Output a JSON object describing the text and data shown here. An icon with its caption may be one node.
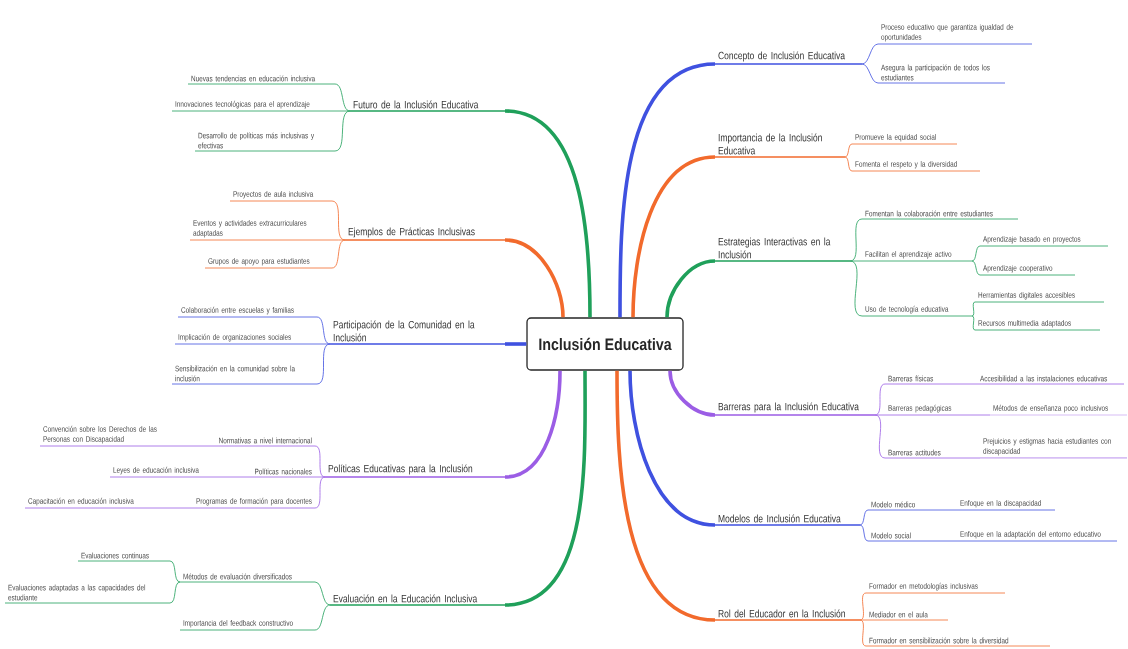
{
  "diagram": {
    "nodes": [
      {
        "text": [
          "Inclusión Educativa"
        ]
      },
      {
        "text": [
          "Concepto de Inclusión Educativa"
        ]
      },
      {
        "text": [
          "Proceso educativo que garantiza igualdad de oportunidades"
        ]
      },
      {
        "text": [
          "Asegura la participación de todos los estudiantes"
        ]
      },
      {
        "text": [
          "Importancia de la Inclusión Educativa"
        ]
      },
      {
        "text": [
          "Promueve la equidad social"
        ]
      },
      {
        "text": [
          "Fomenta el respeto y la diversidad"
        ]
      },
      {
        "text": [
          "Estrategias Interactivas en la Inclusión"
        ]
      },
      {
        "text": [
          "Fomentan la colaboración entre estudiantes"
        ]
      },
      {
        "text": [
          "Facilitan el aprendizaje activo"
        ]
      },
      {
        "text": [
          "Aprendizaje basado en proyectos"
        ]
      },
      {
        "text": [
          "Aprendizaje cooperativo"
        ]
      },
      {
        "text": [
          "Uso de tecnología educativa"
        ]
      },
      {
        "text": [
          "Herramientas digitales accesibles"
        ]
      },
      {
        "text": [
          "Recursos multimedia adaptados"
        ]
      },
      {
        "text": [
          "Barreras para la Inclusión Educativa"
        ]
      },
      {
        "text": [
          "Barreras físicas"
        ]
      },
      {
        "text": [
          "Accesibilidad a las instalaciones educativas"
        ]
      },
      {
        "text": [
          "Barreras pedagógicas"
        ]
      },
      {
        "text": [
          "Métodos de enseñanza poco inclusivos"
        ]
      },
      {
        "text": [
          "Barreras actitudes"
        ]
      },
      {
        "text": [
          "Prejuicios y estigmas hacia estudiantes con discapacidad"
        ]
      },
      {
        "text": [
          "Modelos de Inclusión Educativa"
        ]
      },
      {
        "text": [
          "Modelo médico"
        ]
      },
      {
        "text": [
          "Enfoque en la discapacidad"
        ]
      },
      {
        "text": [
          "Modelo social"
        ]
      },
      {
        "text": [
          "Enfoque en la adaptación del entorno educativo"
        ]
      },
      {
        "text": [
          "Rol del Educador en la Inclusión"
        ]
      },
      {
        "text": [
          "Formador en metodologías inclusivas"
        ]
      },
      {
        "text": [
          "Mediador en el aula"
        ]
      },
      {
        "text": [
          "Formador en sensibilización sobre la diversidad"
        ]
      },
      {
        "text": [
          "Futuro de la Inclusión Educativa"
        ]
      },
      {
        "text": [
          "Nuevas tendencias en educación inclusiva"
        ]
      },
      {
        "text": [
          "Innovaciones tecnológicas para el aprendizaje"
        ]
      },
      {
        "text": [
          "Desarrollo de políticas más inclusivas y efectivas"
        ]
      },
      {
        "text": [
          "Ejemplos de Prácticas Inclusivas"
        ]
      },
      {
        "text": [
          "Proyectos de aula inclusiva"
        ]
      },
      {
        "text": [
          "Eventos y actividades extracurriculares adaptadas"
        ]
      },
      {
        "text": [
          "Grupos de apoyo para estudiantes"
        ]
      },
      {
        "text": [
          "Participación de la Comunidad en la Inclusión"
        ]
      },
      {
        "text": [
          "Colaboración entre escuelas y familias"
        ]
      },
      {
        "text": [
          "Implicación de organizaciones sociales"
        ]
      },
      {
        "text": [
          "Sensibilización en la comunidad sobre la inclusión"
        ]
      },
      {
        "text": [
          "Políticas Educativas para la Inclusión"
        ]
      },
      {
        "text": [
          "Normativas a nivel internacional"
        ]
      },
      {
        "text": [
          "Convención sobre los Derechos de las Personas con Discapacidad"
        ]
      },
      {
        "text": [
          "Políticas nacionales"
        ]
      },
      {
        "text": [
          "Leyes de educación inclusiva"
        ]
      },
      {
        "text": [
          "Programas de formación para docentes"
        ]
      },
      {
        "text": [
          "Capacitación en educación inclusiva"
        ]
      },
      {
        "text": [
          "Evaluación en la Educación Inclusiva"
        ]
      },
      {
        "text": [
          "Métodos de evaluación diversificados"
        ]
      },
      {
        "text": [
          "Evaluaciones continuas"
        ]
      },
      {
        "text": [
          "Evaluaciones adaptadas a las capacidades del estudiante"
        ]
      },
      {
        "text": [
          "Importancia del feedback constructivo"
        ]
      }
    ],
    "edges": [
      {
        "from": 0,
        "to": 1,
        "arrow": "none",
        "style": "thick",
        "color": "#3f51e0"
      },
      {
        "from": 1,
        "to": 2,
        "arrow": "none",
        "color": "#3f51e0"
      },
      {
        "from": 1,
        "to": 3,
        "arrow": "none",
        "color": "#3f51e0"
      },
      {
        "from": 0,
        "to": 4,
        "arrow": "none",
        "style": "thick",
        "color": "#f26a2c"
      },
      {
        "from": 4,
        "to": 5,
        "arrow": "none",
        "color": "#f26a2c"
      },
      {
        "from": 4,
        "to": 6,
        "arrow": "none",
        "color": "#f26a2c"
      },
      {
        "from": 0,
        "to": 7,
        "arrow": "none",
        "style": "thick",
        "color": "#1fa05a"
      },
      {
        "from": 7,
        "to": 8,
        "arrow": "none",
        "color": "#1fa05a"
      },
      {
        "from": 7,
        "to": 9,
        "arrow": "none",
        "color": "#1fa05a"
      },
      {
        "from": 9,
        "to": 10,
        "arrow": "none",
        "color": "#1fa05a"
      },
      {
        "from": 9,
        "to": 11,
        "arrow": "none",
        "color": "#1fa05a"
      },
      {
        "from": 7,
        "to": 12,
        "arrow": "none",
        "color": "#1fa05a"
      },
      {
        "from": 12,
        "to": 13,
        "arrow": "none",
        "color": "#1fa05a"
      },
      {
        "from": 12,
        "to": 14,
        "arrow": "none",
        "color": "#1fa05a"
      },
      {
        "from": 0,
        "to": 15,
        "arrow": "none",
        "style": "thick",
        "color": "#9b5de5"
      },
      {
        "from": 15,
        "to": 16,
        "arrow": "none",
        "color": "#9b5de5"
      },
      {
        "from": 16,
        "to": 17,
        "arrow": "none",
        "color": "#9b5de5"
      },
      {
        "from": 15,
        "to": 18,
        "arrow": "none",
        "color": "#9b5de5"
      },
      {
        "from": 18,
        "to": 19,
        "arrow": "none",
        "color": "#9b5de5"
      },
      {
        "from": 15,
        "to": 20,
        "arrow": "none",
        "color": "#9b5de5"
      },
      {
        "from": 20,
        "to": 21,
        "arrow": "none",
        "color": "#9b5de5"
      },
      {
        "from": 0,
        "to": 22,
        "arrow": "none",
        "style": "thick",
        "color": "#3f51e0"
      },
      {
        "from": 22,
        "to": 23,
        "arrow": "none",
        "color": "#3f51e0"
      },
      {
        "from": 23,
        "to": 24,
        "arrow": "none",
        "color": "#3f51e0"
      },
      {
        "from": 22,
        "to": 25,
        "arrow": "none",
        "color": "#3f51e0"
      },
      {
        "from": 25,
        "to": 26,
        "arrow": "none",
        "color": "#3f51e0"
      },
      {
        "from": 0,
        "to": 27,
        "arrow": "none",
        "style": "thick",
        "color": "#f26a2c"
      },
      {
        "from": 27,
        "to": 28,
        "arrow": "none",
        "color": "#f26a2c"
      },
      {
        "from": 27,
        "to": 29,
        "arrow": "none",
        "color": "#f26a2c"
      },
      {
        "from": 27,
        "to": 30,
        "arrow": "none",
        "color": "#f26a2c"
      },
      {
        "from": 0,
        "to": 31,
        "arrow": "none",
        "style": "thick",
        "color": "#1fa05a"
      },
      {
        "from": 31,
        "to": 32,
        "arrow": "none",
        "color": "#1fa05a"
      },
      {
        "from": 31,
        "to": 33,
        "arrow": "none",
        "color": "#1fa05a"
      },
      {
        "from": 31,
        "to": 34,
        "arrow": "none",
        "color": "#1fa05a"
      },
      {
        "from": 0,
        "to": 35,
        "arrow": "none",
        "style": "thick",
        "color": "#f26a2c"
      },
      {
        "from": 35,
        "to": 36,
        "arrow": "none",
        "color": "#f26a2c"
      },
      {
        "from": 35,
        "to": 37,
        "arrow": "none",
        "color": "#f26a2c"
      },
      {
        "from": 35,
        "to": 38,
        "arrow": "none",
        "color": "#f26a2c"
      },
      {
        "from": 0,
        "to": 39,
        "arrow": "none",
        "style": "thick",
        "color": "#3f51e0"
      },
      {
        "from": 39,
        "to": 40,
        "arrow": "none",
        "color": "#3f51e0"
      },
      {
        "from": 39,
        "to": 41,
        "arrow": "none",
        "color": "#3f51e0"
      },
      {
        "from": 39,
        "to": 42,
        "arrow": "none",
        "color": "#3f51e0"
      },
      {
        "from": 0,
        "to": 43,
        "arrow": "none",
        "style": "thick",
        "color": "#9b5de5"
      },
      {
        "from": 43,
        "to": 44,
        "arrow": "none",
        "color": "#9b5de5"
      },
      {
        "from": 44,
        "to": 45,
        "arrow": "none",
        "color": "#9b5de5"
      },
      {
        "from": 43,
        "to": 46,
        "arrow": "none",
        "color": "#9b5de5"
      },
      {
        "from": 46,
        "to": 47,
        "arrow": "none",
        "color": "#9b5de5"
      },
      {
        "from": 43,
        "to": 48,
        "arrow": "none",
        "color": "#9b5de5"
      },
      {
        "from": 48,
        "to": 49,
        "arrow": "none",
        "color": "#9b5de5"
      },
      {
        "from": 0,
        "to": 50,
        "arrow": "none",
        "style": "thick",
        "color": "#1fa05a"
      },
      {
        "from": 50,
        "to": 51,
        "arrow": "none",
        "color": "#1fa05a"
      },
      {
        "from": 51,
        "to": 52,
        "arrow": "none",
        "color": "#1fa05a"
      },
      {
        "from": 51,
        "to": 53,
        "arrow": "none",
        "color": "#1fa05a"
      },
      {
        "from": 50,
        "to": 54,
        "arrow": "none",
        "color": "#1fa05a"
      }
    ]
  }
}
